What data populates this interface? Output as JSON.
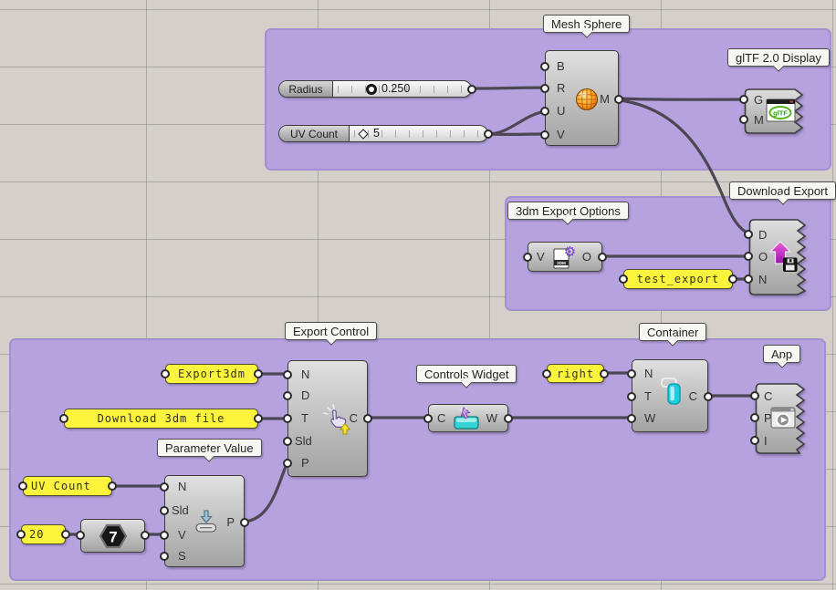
{
  "meta": {
    "app_kind": "node-editor-canvas"
  },
  "colors": {
    "canvas_bg": "#d4d0c9",
    "group_fill": "#b6a2df",
    "group_border": "#a58fd3",
    "wire": "#4d4754",
    "panel_yellow": "#fcf43c",
    "component_border": "#3c3c3c"
  },
  "tags": {
    "mesh_sphere": "Mesh Sphere",
    "gltf": "glTF 2.0 Display",
    "export_options": "3dm Export Options",
    "download_export": "Download Export",
    "export_control": "Export Control",
    "controls_widget": "Controls Widget",
    "container": "Container",
    "app_tag": "App",
    "parameter_value": "Parameter Value"
  },
  "sliders": {
    "radius": {
      "label": "Radius",
      "value": "0.250",
      "knob": "circle"
    },
    "uv_count": {
      "label": "UV Count",
      "value": "5",
      "knob": "diamond"
    }
  },
  "panels": {
    "test_export": "test_export",
    "export3dm": "Export3dm",
    "download_3dm": "Download 3dm file",
    "right": "right",
    "uv_count": "UV Count",
    "twenty": "20"
  },
  "components": {
    "mesh_sphere": {
      "inputs": [
        "B",
        "R",
        "U",
        "V"
      ],
      "output": "M"
    },
    "gltf_display": {
      "inputs": [
        "G",
        "M"
      ]
    },
    "export_options": {
      "input": "V",
      "output": "O"
    },
    "download_export": {
      "inputs": [
        "D",
        "O",
        "N"
      ]
    },
    "export_control": {
      "inputs": [
        "N",
        "D",
        "T",
        "Sld",
        "P"
      ],
      "output": "C"
    },
    "controls_widget": {
      "input": "C",
      "output": "W"
    },
    "container": {
      "inputs": [
        "N",
        "T",
        "W"
      ],
      "output": "C"
    },
    "app": {
      "inputs": [
        "C",
        "P",
        "I"
      ]
    },
    "parameter_value": {
      "inputs": [
        "N",
        "Sld",
        "V",
        "S"
      ],
      "output": "P"
    },
    "integer": {
      "value": "7"
    }
  }
}
